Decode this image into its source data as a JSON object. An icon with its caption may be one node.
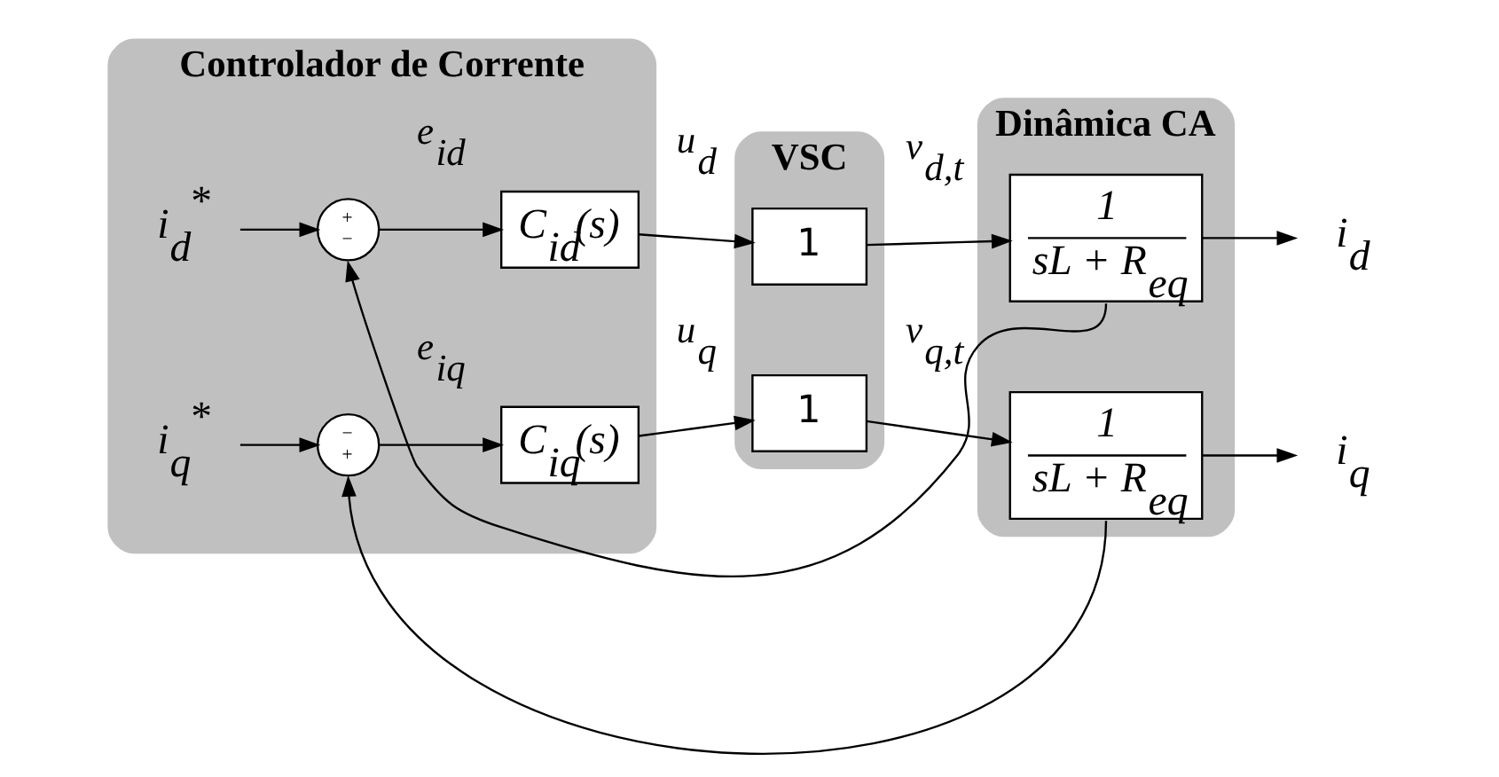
{
  "diagram": {
    "nodes": [
      {
        "text": [
          "Controlador de Corrente"
        ]
      },
      {
        "text": [
          "i$_{d}$$^{*}$"
        ],
        "in": 0
      },
      {
        "text": [
          "+",
          "−"
        ],
        "in": 0
      },
      {
        "text": [
          "C$_{id}$(s)"
        ],
        "in": 0
      },
      {
        "text": [
          "i$_{q}$$^{*}$"
        ],
        "in": 0
      },
      {
        "text": [
          "−",
          "+"
        ],
        "in": 0
      },
      {
        "text": [
          "C$_{iq}$(s)"
        ],
        "in": 0
      },
      {
        "text": [
          "VSC"
        ]
      },
      {
        "text": [
          "1"
        ],
        "in": 7
      },
      {
        "text": [
          "1"
        ],
        "in": 7
      },
      {
        "text": [
          "Dinâmica CA"
        ]
      },
      {
        "text": [
          "1",
          "sL + R$_{eq}$"
        ],
        "in": 10
      },
      {
        "text": [
          "1",
          "sL + R$_{eq}$"
        ],
        "in": 10
      },
      {
        "text": [
          "i$_{d}$"
        ]
      },
      {
        "text": [
          "i$_{q}$"
        ]
      }
    ],
    "edges": [
      {
        "from": 1,
        "to": 2,
        "arrow": "to"
      },
      {
        "from": 2,
        "to": 3,
        "arrow": "to",
        "label": "e$_{id}$"
      },
      {
        "from": 3,
        "to": 8,
        "arrow": "to",
        "label": "u$_{d}$"
      },
      {
        "from": 8,
        "to": 11,
        "arrow": "to",
        "label": "v$_{d,t}$"
      },
      {
        "from": 11,
        "to": 13,
        "arrow": "to"
      },
      {
        "from": 11,
        "to": 2,
        "arrow": "to"
      },
      {
        "from": 4,
        "to": 5,
        "arrow": "to"
      },
      {
        "from": 5,
        "to": 6,
        "arrow": "to",
        "label": "e$_{iq}$"
      },
      {
        "from": 6,
        "to": 9,
        "arrow": "to",
        "label": "u$_{q}$"
      },
      {
        "from": 9,
        "to": 12,
        "arrow": "to",
        "label": "v$_{q,t}$"
      },
      {
        "from": 12,
        "to": 14,
        "arrow": "to"
      },
      {
        "from": 12,
        "to": 5,
        "arrow": "to"
      }
    ]
  }
}
